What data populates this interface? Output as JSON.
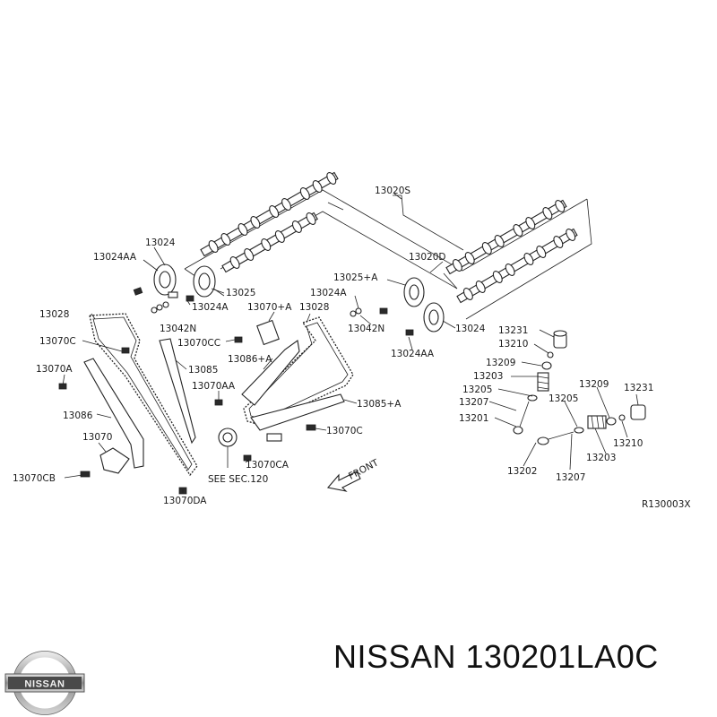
{
  "diagram": {
    "code": "R130003X",
    "labels": {
      "l_13020s": "13020S",
      "l_13024": "13024",
      "l_13024aa_1": "13024AA",
      "l_13025_1": "13025",
      "l_13024a_1": "13024A",
      "l_13042n_1": "13042N",
      "l_13028_1": "13028",
      "l_13070c": "13070C",
      "l_13070a": "13070A",
      "l_13086": "13086",
      "l_13070": "13070",
      "l_13070cb": "13070CB",
      "l_13070da": "13070DA",
      "l_13070cc": "13070CC",
      "l_13085_1": "13085",
      "l_13070aa": "13070AA",
      "l_see": "SEE SEC.120",
      "l_13070ca_1": "13070CA",
      "l_13070pa": "13070+A",
      "l_13086pa": "13086+A",
      "l_13028_2": "13028",
      "l_13024a_2": "13024A",
      "l_13025pa": "13025+A",
      "l_13020d": "13020D",
      "l_13042n_2": "13042N",
      "l_13024_2": "13024",
      "l_13024aa_2": "13024AA",
      "l_13085pa": "13085+A",
      "l_13070c_2": "13070C",
      "l_front": "FRONT",
      "l_13231_1": "13231",
      "l_13210_1": "13210",
      "l_13209_1": "13209",
      "l_13203_1": "13203",
      "l_13205_1": "13205",
      "l_13207_1": "13207",
      "l_13201": "13201",
      "l_13202": "13202",
      "l_13207_2": "13207",
      "l_13203_2": "13203",
      "l_13205_2": "13205",
      "l_13209_2": "13209",
      "l_13231_2": "13231",
      "l_13210_2": "13210"
    }
  },
  "footer": {
    "logo_text": "NISSAN",
    "part_title": "NISSAN 130201LA0C"
  }
}
